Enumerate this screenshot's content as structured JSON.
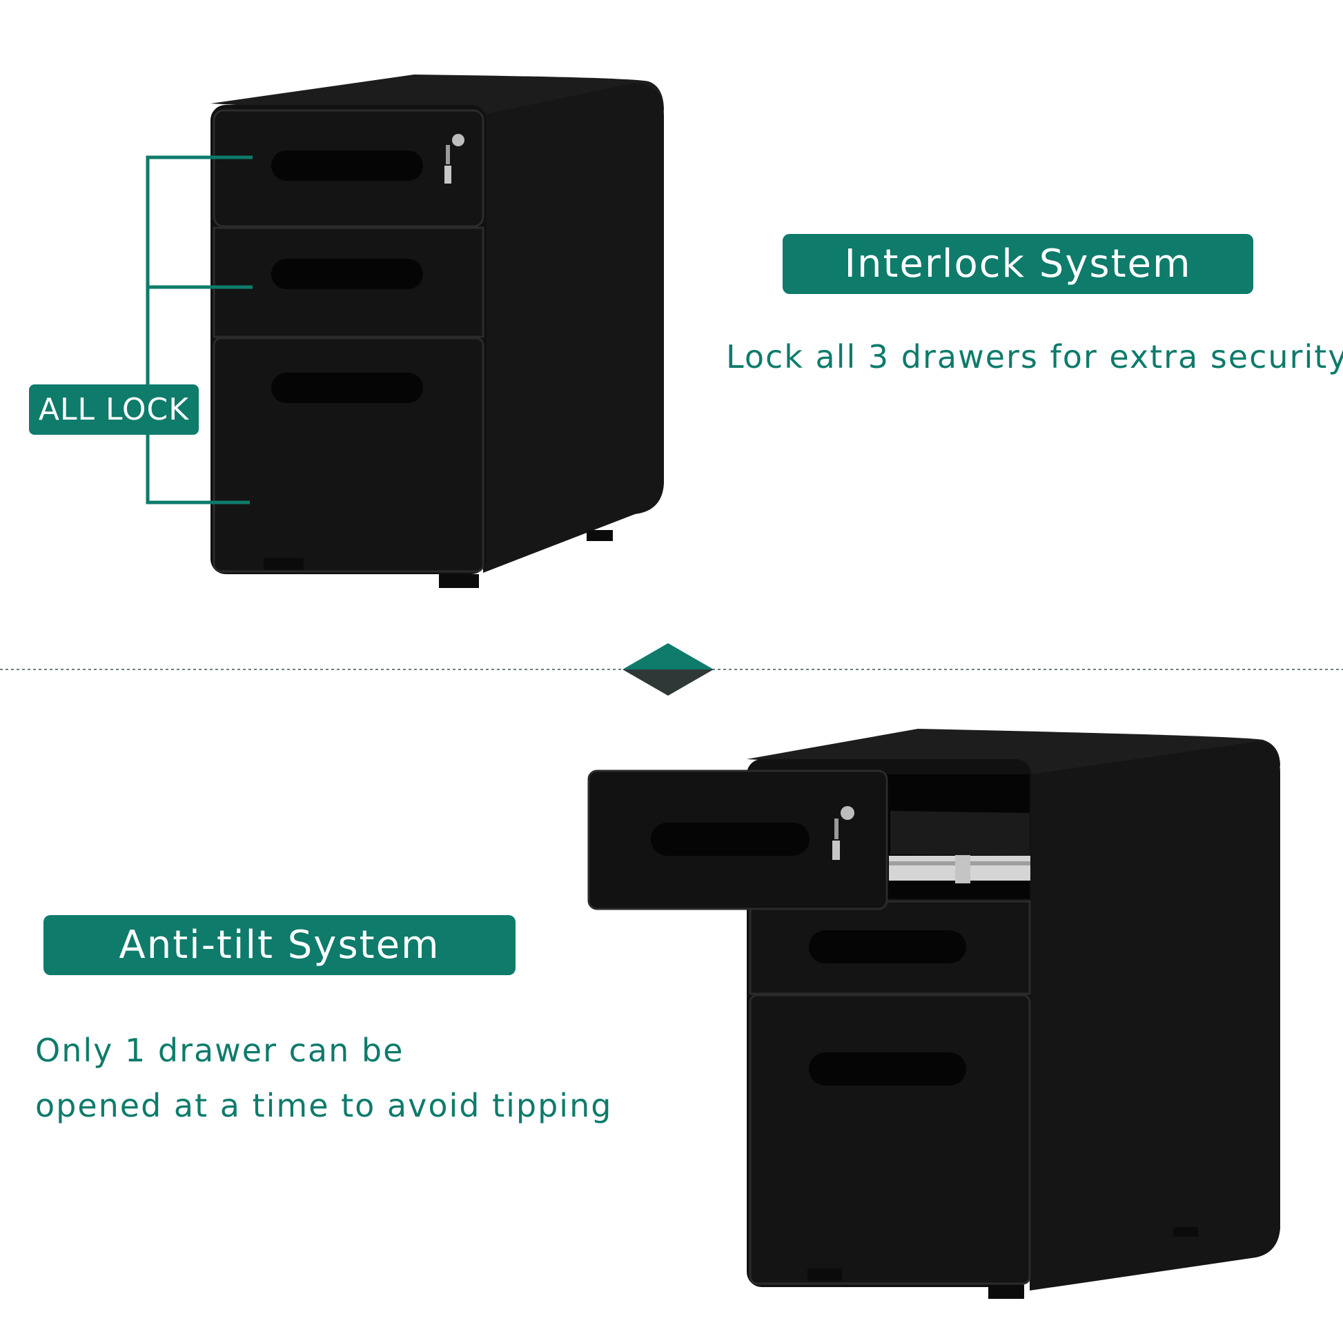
{
  "colors": {
    "accent": "#0e7b6b",
    "cabinet": "#151515",
    "background": "#ffffff"
  },
  "sections": {
    "interlock": {
      "badge": "Interlock System",
      "caption": "Lock all 3 drawers for extra security",
      "bracket_label": "ALL LOCK"
    },
    "antitilt": {
      "badge": "Anti-tilt System",
      "caption_lines": [
        "Only 1 drawer can be",
        "opened at a time to avoid tipping"
      ]
    }
  },
  "icons": {
    "divider": "diamond-divider-icon",
    "lock": "key-lock-icon"
  }
}
